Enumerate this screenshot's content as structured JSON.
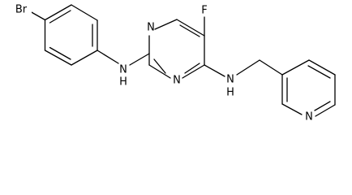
{
  "molecule": {
    "atoms": {
      "bromine": "Br",
      "fluorine": "F",
      "pyrimidine_n_top": "N",
      "pyrimidine_n_bottom": "N",
      "amine_left": "N",
      "amine_left_h": "H",
      "amine_right": "N",
      "amine_right_h": "H",
      "pyridine_n": "N"
    }
  }
}
